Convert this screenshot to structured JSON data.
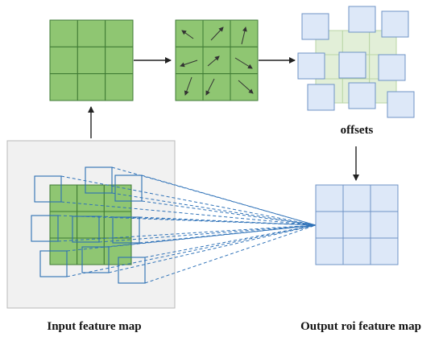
{
  "labels": {
    "offsets": "offsets",
    "input": "Input feature map",
    "output": "Output  roi feature map"
  },
  "colors": {
    "green_fill": "#8fc672",
    "green_stroke": "#3e7a34",
    "light_green": "#e2efd8",
    "blue_fill": "#dde8f8",
    "blue_stroke": "#6f93c6",
    "sample_stroke": "#2c6fb3",
    "panel_fill": "#f1f1f1",
    "panel_stroke": "#b9b9b9",
    "dash": "#2f72b8",
    "arrow": "#222222"
  }
}
